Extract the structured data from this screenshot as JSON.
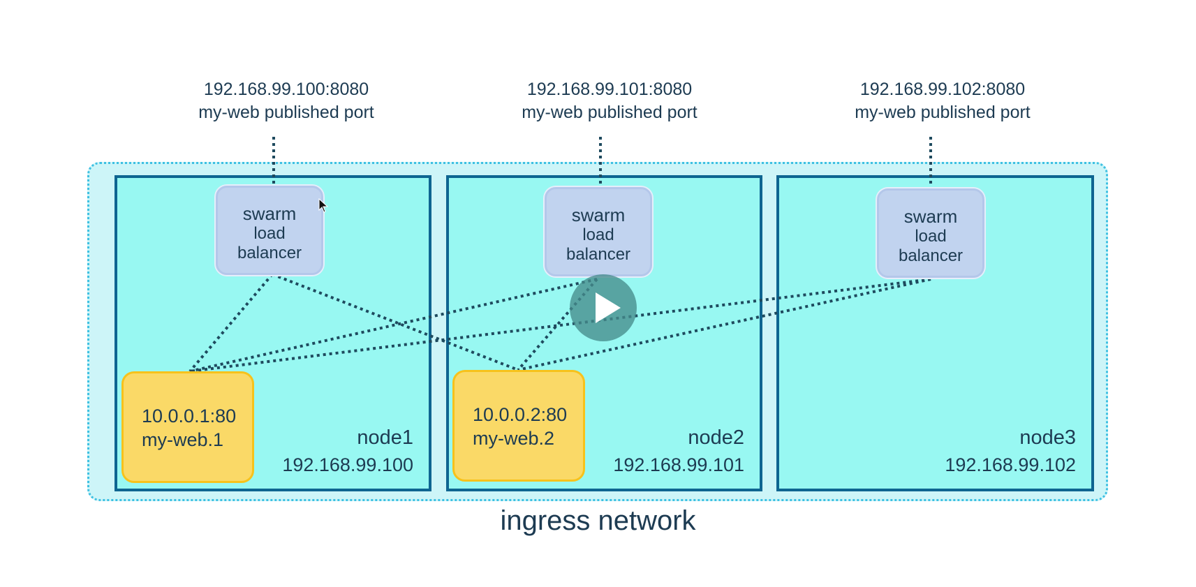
{
  "published_ports": [
    {
      "address": "192.168.99.100:8080",
      "caption": "my-web published port"
    },
    {
      "address": "192.168.99.101:8080",
      "caption": "my-web published port"
    },
    {
      "address": "192.168.99.102:8080",
      "caption": "my-web published port"
    }
  ],
  "nodes": [
    {
      "name": "node1",
      "ip": "192.168.99.100"
    },
    {
      "name": "node2",
      "ip": "192.168.99.101"
    },
    {
      "name": "node3",
      "ip": "192.168.99.102"
    }
  ],
  "load_balancer": {
    "line1": "swarm",
    "line2": "load",
    "line3": "balancer"
  },
  "tasks": [
    {
      "address": "10.0.0.1:80",
      "name": "my-web.1"
    },
    {
      "address": "10.0.0.2:80",
      "name": "my-web.2"
    }
  ],
  "network_label": "ingress network",
  "colors": {
    "text": "#1d3b52",
    "ingress_fill": "#cdf5f8",
    "ingress_border": "#3ec0e2",
    "node_fill": "#98f8f2",
    "node_border": "#0e6591",
    "lb_fill": "#c1d3ef",
    "task_fill": "#fad967",
    "task_border": "#f7c21b",
    "link": "#1e4a5e"
  },
  "icons": {
    "play_overlay": "play-icon",
    "mouse_pointer": "cursor-icon"
  }
}
